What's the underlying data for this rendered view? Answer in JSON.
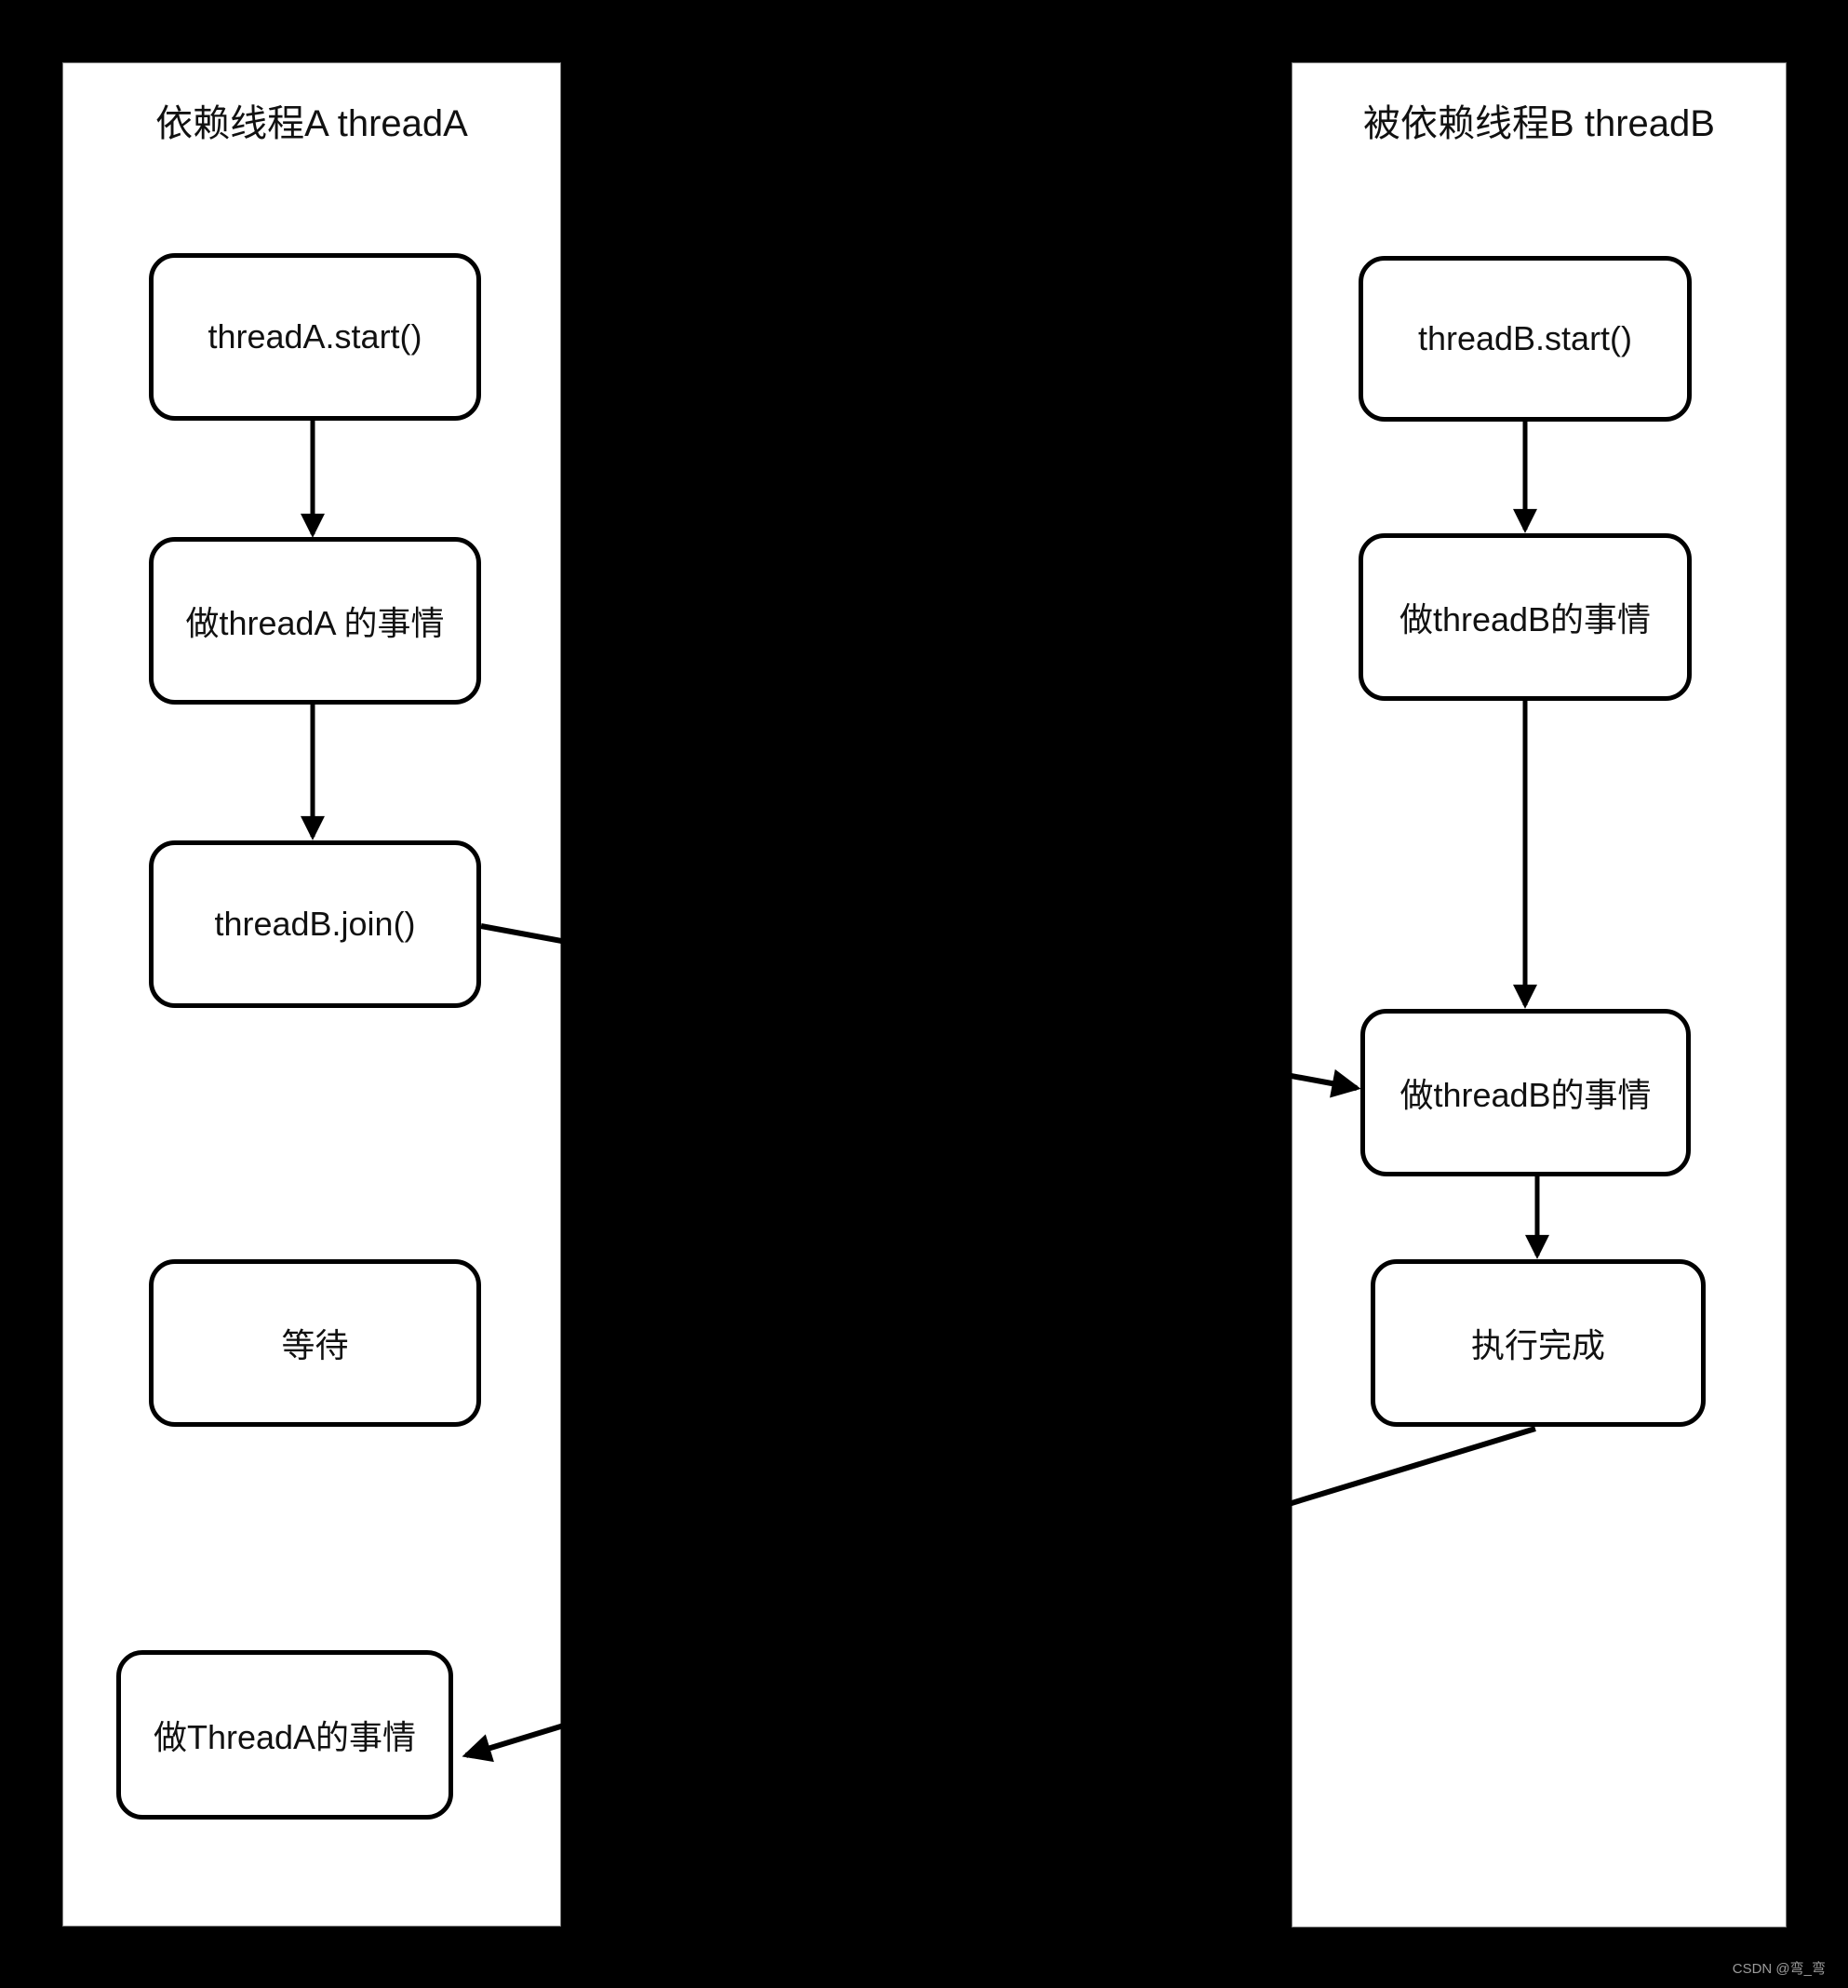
{
  "colors": {
    "background": "#000000",
    "lane_fill": "#ffffff",
    "stroke": "#000000",
    "watermark_text_color": "#9b9b9b"
  },
  "lanes": [
    {
      "title": "依赖线程A threadA",
      "nodes": [
        "threadA.start()",
        "做threadA 的事情",
        "threadB.join()",
        "等待",
        "做ThreadA的事情"
      ]
    },
    {
      "title": "被依赖线程B threadB",
      "nodes": [
        "threadB.start()",
        "做threadB的事情",
        "做threadB的事情",
        "执行完成"
      ]
    }
  ],
  "watermark": "CSDN @弯_弯"
}
